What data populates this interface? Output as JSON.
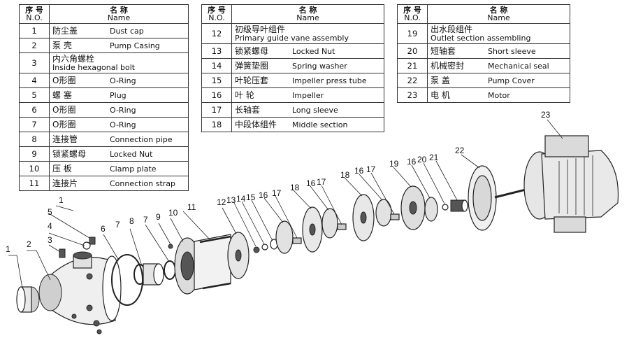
{
  "header": {
    "no_zh": "序 号",
    "no_en": "N.O.",
    "name_zh": "名 称",
    "name_en": "Name"
  },
  "parts": [
    {
      "no": "1",
      "zh": "防尘盖",
      "en": "Dust cap"
    },
    {
      "no": "2",
      "zh": "泵 壳",
      "en": "Pump Casing"
    },
    {
      "no": "3",
      "zh": "内六角螺栓",
      "en": "Inside hexagonal bolt"
    },
    {
      "no": "4",
      "zh": "O形圈",
      "en": "O-Ring"
    },
    {
      "no": "5",
      "zh": "螺 塞",
      "en": "Plug"
    },
    {
      "no": "6",
      "zh": "O形圈",
      "en": "O-Ring"
    },
    {
      "no": "7",
      "zh": "O形圈",
      "en": "O-Ring"
    },
    {
      "no": "8",
      "zh": "连接管",
      "en": "Connection pipe"
    },
    {
      "no": "9",
      "zh": "锁紧螺母",
      "en": "Locked Nut"
    },
    {
      "no": "10",
      "zh": "压 板",
      "en": "Clamp plate"
    },
    {
      "no": "11",
      "zh": "连接片",
      "en": "Connection strap"
    },
    {
      "no": "12",
      "zh": "初级导叶组件",
      "en": "Primary guide vane assembly"
    },
    {
      "no": "13",
      "zh": "锁紧螺母",
      "en": "Locked Nut"
    },
    {
      "no": "14",
      "zh": "弹簧垫圈",
      "en": "Spring washer"
    },
    {
      "no": "15",
      "zh": "叶轮压套",
      "en": "Impeller press tube"
    },
    {
      "no": "16",
      "zh": "叶 轮",
      "en": "Impeller"
    },
    {
      "no": "17",
      "zh": "长轴套",
      "en": "Long sleeve"
    },
    {
      "no": "18",
      "zh": "中段体组件",
      "en": "Middle section"
    },
    {
      "no": "19",
      "zh": "出水段组件",
      "en": "Outlet section assembling"
    },
    {
      "no": "20",
      "zh": "短轴套",
      "en": "Short sleeve"
    },
    {
      "no": "21",
      "zh": "机械密封",
      "en": "Mechanical seal"
    },
    {
      "no": "22",
      "zh": "泵 盖",
      "en": "Pump Cover"
    },
    {
      "no": "23",
      "zh": "电 机",
      "en": "Motor"
    }
  ],
  "callouts": [
    "1",
    "2",
    "3",
    "4",
    "5",
    "6",
    "7",
    "8",
    "7",
    "9",
    "10",
    "11",
    "12",
    "13",
    "14",
    "15",
    "16",
    "17",
    "18",
    "16",
    "17",
    "18",
    "16",
    "17",
    "19",
    "16",
    "20",
    "21",
    "22",
    "23"
  ]
}
